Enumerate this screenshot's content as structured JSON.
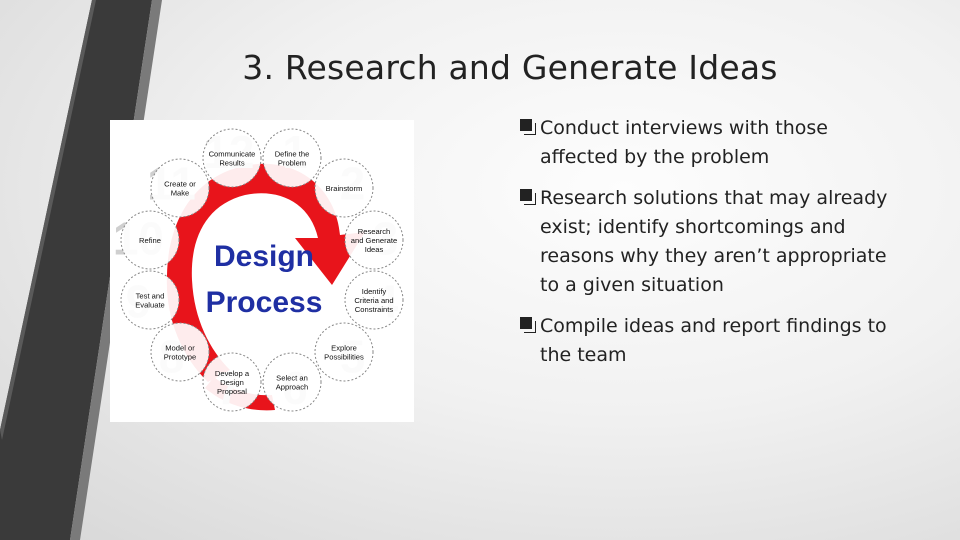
{
  "slide": {
    "title": "3. Research and Generate Ideas",
    "bullets": [
      "Conduct interviews with those affected by the problem",
      "Research solutions that may already exist; identify shortcomings and reasons why they aren’t appropriate to a given situation",
      "Compile ideas and report findings to the team"
    ]
  },
  "figure": {
    "center_text": [
      "Design",
      "Process"
    ],
    "steps": [
      {
        "number": "1",
        "lines": [
          "Define the",
          "Problem"
        ]
      },
      {
        "number": "2",
        "lines": [
          "Brainstorm"
        ]
      },
      {
        "number": "3",
        "lines": [
          "Research",
          "and Generate",
          "Ideas"
        ]
      },
      {
        "number": "4",
        "lines": [
          "Identify",
          "Criteria and",
          "Constraints"
        ]
      },
      {
        "number": "5",
        "lines": [
          "Explore",
          "Possibilities"
        ]
      },
      {
        "number": "6",
        "lines": [
          "Select an",
          "Approach"
        ]
      },
      {
        "number": "7",
        "lines": [
          "Develop a",
          "Design",
          "Proposal"
        ]
      },
      {
        "number": "8",
        "lines": [
          "Model or",
          "Prototype"
        ]
      },
      {
        "number": "9",
        "lines": [
          "Test and",
          "Evaluate"
        ]
      },
      {
        "number": "10",
        "lines": [
          "Refine"
        ]
      },
      {
        "number": "11",
        "lines": [
          "Create or",
          "Make"
        ]
      },
      {
        "number": "12",
        "lines": [
          "Communicate",
          "Results"
        ]
      }
    ],
    "colors": {
      "arrow": "#e8141b",
      "center_text": "#1f2fa3",
      "numbers": "#cfcfcf"
    }
  }
}
